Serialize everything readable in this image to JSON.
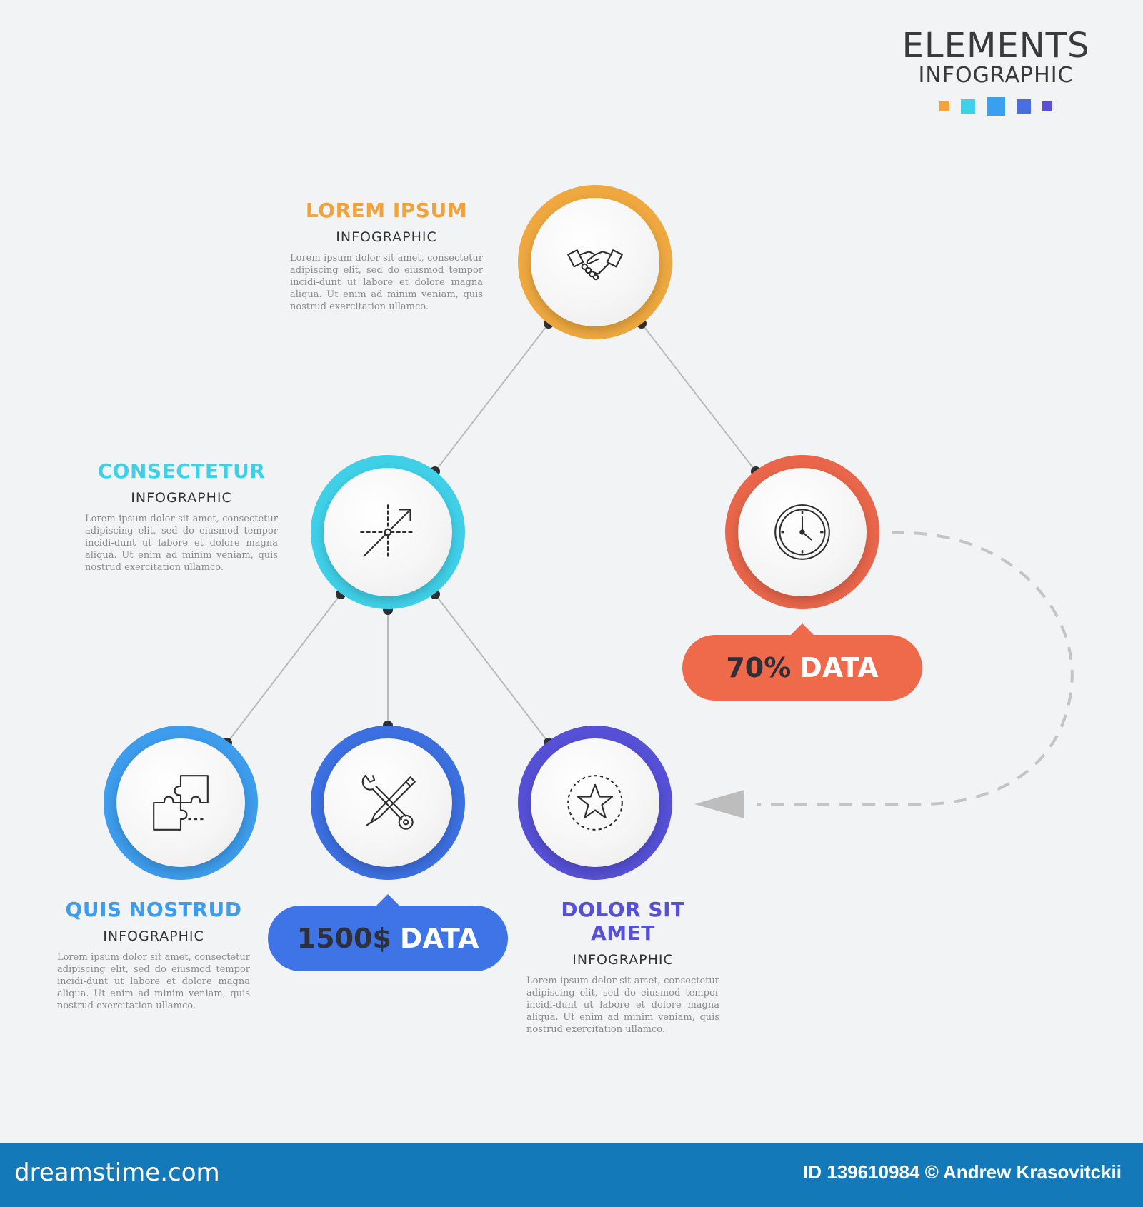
{
  "header": {
    "title": "ELEMENTS",
    "subtitle": "INFOGRAPHIC",
    "squares": [
      "#f5a23a",
      "#3fd1ea",
      "#3aa0ee",
      "#4a6fe0",
      "#5a52d6"
    ]
  },
  "nodes": [
    {
      "id": "top",
      "icon": "handshake-icon",
      "color": "#eea83f"
    },
    {
      "id": "middle-left",
      "icon": "growth-arrow-icon",
      "color": "#3fd0e8"
    },
    {
      "id": "middle-right",
      "icon": "clock-icon",
      "color": "#e9664a"
    },
    {
      "id": "bottom-left",
      "icon": "puzzle-icon",
      "color": "#3d9cec"
    },
    {
      "id": "bottom-center",
      "icon": "tools-icon",
      "color": "#3c6fe0"
    },
    {
      "id": "bottom-right",
      "icon": "star-badge-icon",
      "color": "#5650d6"
    }
  ],
  "blocks": {
    "lorem": {
      "title": "LOREM IPSUM",
      "subtitle": "INFOGRAPHIC",
      "color": "#f0a23c",
      "body": "Lorem ipsum dolor sit amet, consectetur adipiscing elit, sed do eiusmod tempor incidi-dunt ut labore et dolore magna aliqua. Ut enim ad minim veniam, quis nostrud exercitation ullamco."
    },
    "consectetur": {
      "title": "CONSECTETUR",
      "subtitle": "INFOGRAPHIC",
      "color": "#3fd0e8",
      "body": "Lorem ipsum dolor sit amet, consectetur adipiscing elit, sed do eiusmod tempor incidi-dunt ut labore et dolore magna aliqua. Ut enim ad minim veniam, quis nostrud exercitation ullamco."
    },
    "quis": {
      "title": "QUIS NOSTRUD",
      "subtitle": "INFOGRAPHIC",
      "color": "#3d9cec",
      "body": "Lorem ipsum dolor sit amet, consectetur adipiscing elit, sed do eiusmod tempor incidi-dunt ut labore et dolore magna aliqua. Ut enim ad minim veniam, quis nostrud exercitation ullamco."
    },
    "dolor": {
      "title": "DOLOR SIT AMET",
      "subtitle": "INFOGRAPHIC",
      "color": "#5650d6",
      "body": "Lorem ipsum dolor sit amet, consectetur adipiscing elit, sed do eiusmod tempor incidi-dunt ut labore et dolore magna aliqua. Ut enim ad minim veniam, quis nostrud exercitation ullamco."
    }
  },
  "pills": {
    "percent": {
      "number": "70%",
      "label": "DATA",
      "color": "#ee6a4a"
    },
    "money": {
      "number": "1500$",
      "label": "DATA",
      "color": "#3f74e6"
    }
  },
  "footer": {
    "brand": "dreamstime.com",
    "credit": "ID 139610984 © Andrew Krasovitckii"
  }
}
